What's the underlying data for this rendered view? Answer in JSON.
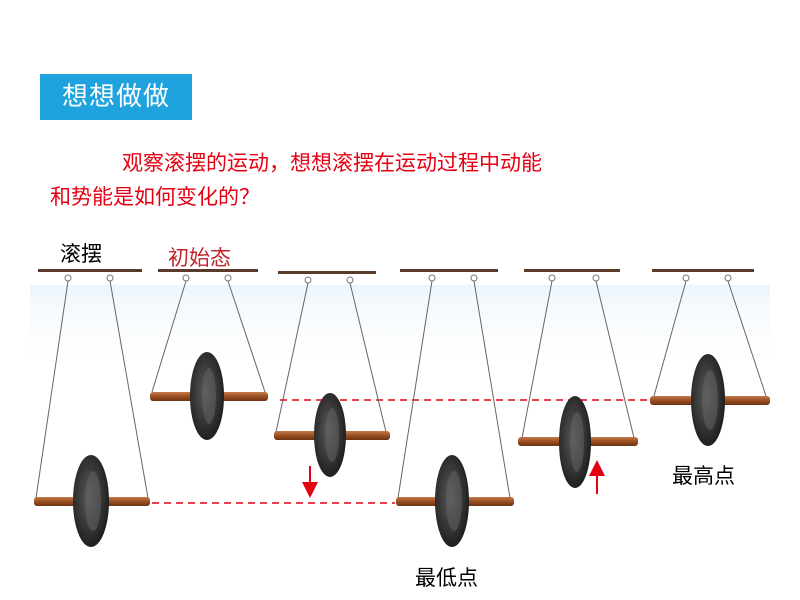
{
  "header": {
    "title": "想想做做"
  },
  "question": {
    "line1": "观察滚摆的运动，想想滚摆在运动过程中动能",
    "line2": "和势能是如何变化的？"
  },
  "labels": {
    "pendulum": "滚摆",
    "initial_state": "初始态",
    "lowest_point": "最低点",
    "highest_point": "最高点"
  },
  "colors": {
    "title_bg": "#1ea3de",
    "question_text": "#e60012",
    "initial_label": "#c0272d",
    "ceiling_bar": "#5a3a2a",
    "axle": "#a0522d",
    "wheel": "#3a3a3a",
    "dashed_line": "#e60012",
    "arrow": "#e60012"
  }
}
